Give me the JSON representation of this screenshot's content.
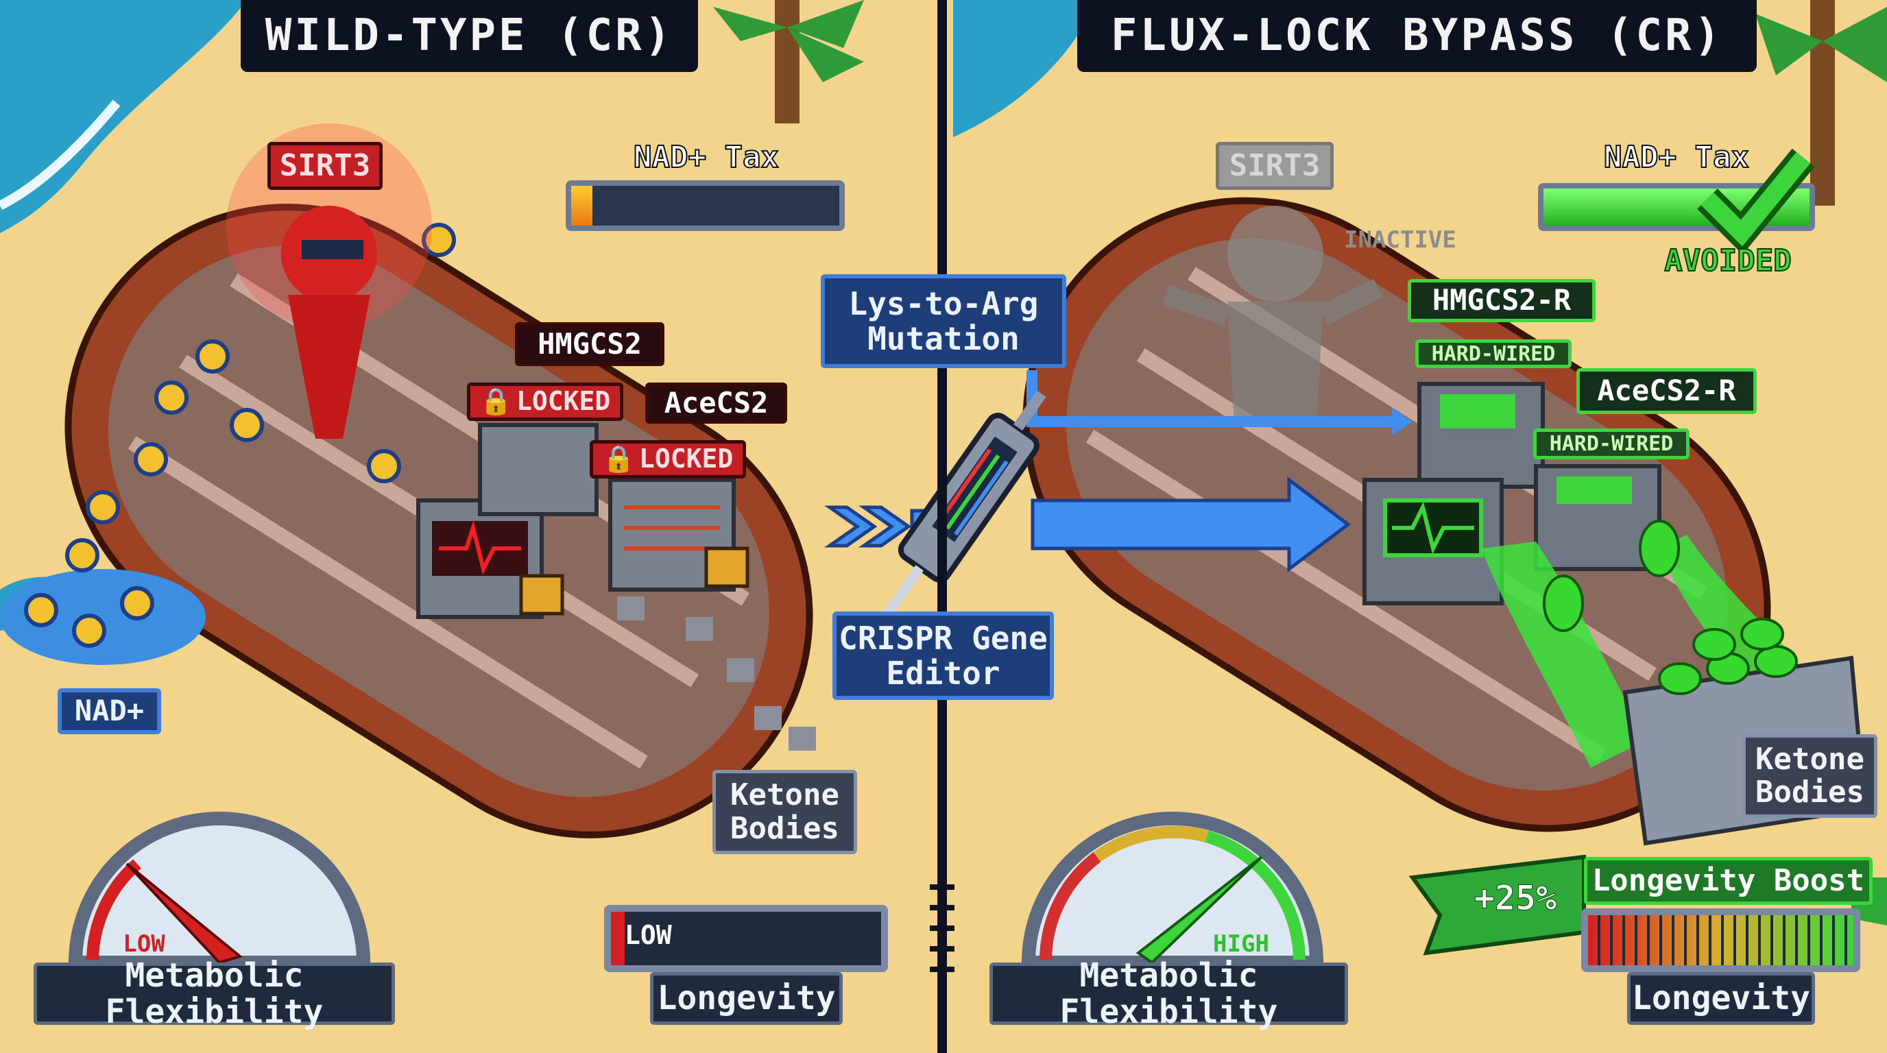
{
  "colors": {
    "sand": "#f3d48c",
    "sea": "#2aa0c8",
    "locked": "#c41f24",
    "hardwired": "#3dd43c",
    "arrow": "#3f8ef0",
    "mito": "#9c4326"
  },
  "left": {
    "title": "WILD-TYPE (CR)",
    "sirt3": "SIRT3",
    "nad_tax": {
      "label": "NAD+ Tax",
      "level": 0.08
    },
    "hmgcs2": "HMGCS2",
    "aceCS2": "AceCS2",
    "locked": "LOCKED",
    "lock_icon": "padlock-icon",
    "nad": "NAD+",
    "ketone": "Ketone Bodies",
    "gauge": {
      "label": "Metabolic Flexibility",
      "reading": "LOW",
      "level": 0.2
    },
    "longevity": {
      "label": "Longevity",
      "reading": "LOW",
      "level": 0.05
    }
  },
  "center": {
    "mutation": "Lys-to-Arg Mutation",
    "editor": "CRISPR Gene Editor",
    "editor_icon": "syringe-icon"
  },
  "right": {
    "title": "FLUX-LOCK BYPASS (CR)",
    "sirt3": "SIRT3",
    "inactive": "INACTIVE",
    "nad_tax": {
      "label": "NAD+ Tax",
      "level": 1.0,
      "status": "AVOIDED",
      "icon": "checkmark-icon"
    },
    "hmgcs2": "HMGCS2-R",
    "aceCS2": "AceCS2-R",
    "hardwired": "HARD-WIRED",
    "ketone": "Ketone Bodies",
    "gauge": {
      "label": "Metabolic Flexibility",
      "reading": "HIGH",
      "level": 0.8
    },
    "boost": {
      "percent": "+25%",
      "label": "Longevity Boost"
    },
    "longevity": {
      "label": "Longevity",
      "level": 1.0
    }
  }
}
